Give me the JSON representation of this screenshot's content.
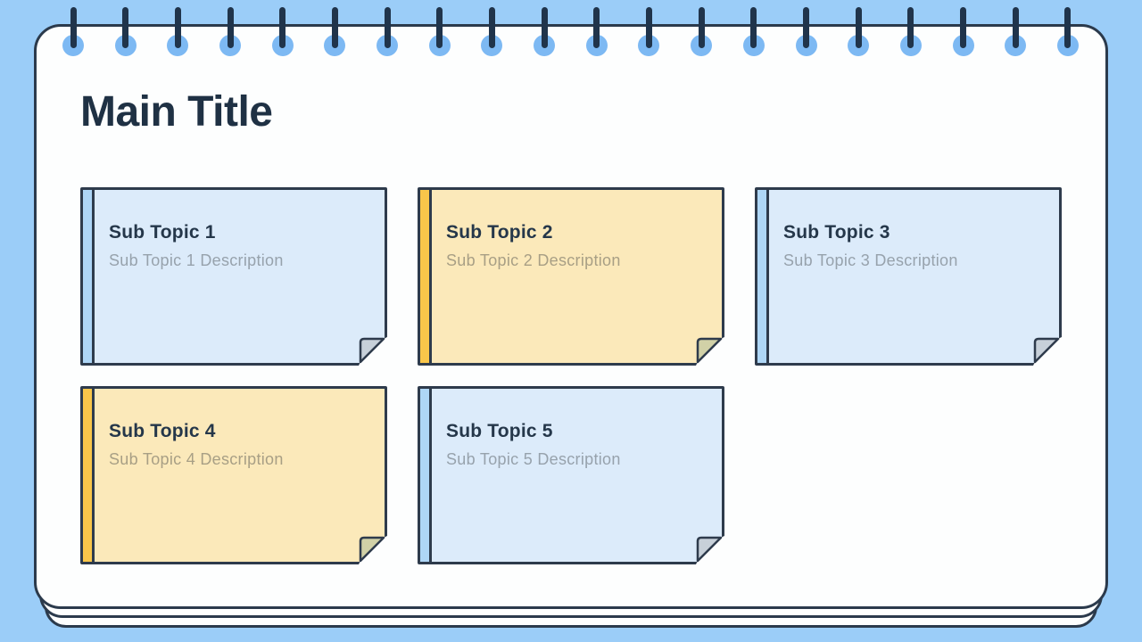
{
  "slide": {
    "title": "Main Title"
  },
  "cards": [
    {
      "title": "Sub Topic 1",
      "description": "Sub Topic 1 Description",
      "variant": "blue"
    },
    {
      "title": "Sub Topic 2",
      "description": "Sub Topic 2 Description",
      "variant": "yellow"
    },
    {
      "title": "Sub Topic 3",
      "description": "Sub Topic 3 Description",
      "variant": "blue"
    },
    {
      "title": "Sub Topic 4",
      "description": "Sub Topic 4 Description",
      "variant": "yellow"
    },
    {
      "title": "Sub Topic 5",
      "description": "Sub Topic 5 Description",
      "variant": "blue"
    }
  ],
  "notebook": {
    "ring_count": 20
  },
  "colors": {
    "background": "#9bcdf8",
    "page": "#fdfefe",
    "outline": "#2e3b4c",
    "title_text": "#1f3144",
    "ring_hole": "#7db9f3",
    "ring_rod": "#20344b",
    "blue_card_body": "#dcebfa",
    "blue_card_strip": "#aed6f6",
    "blue_card_fold": "#c7d0d9",
    "yellow_card_body": "#fbe9ba",
    "yellow_card_strip": "#f9c64a",
    "yellow_card_fold": "#d1d1a7"
  }
}
